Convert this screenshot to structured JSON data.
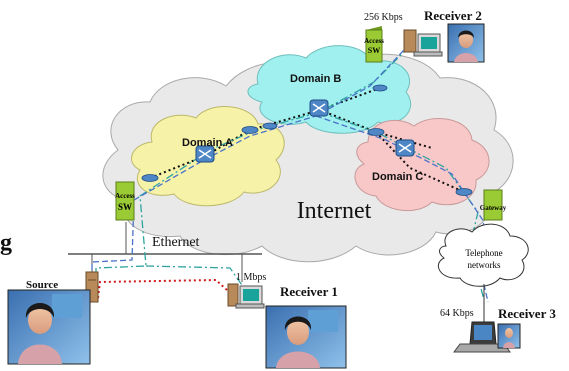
{
  "clouds": {
    "internet": "Internet",
    "domain_a": "Domain A",
    "domain_b": "Domain B",
    "domain_c": "Domain C",
    "telephone_line1": "Telephone",
    "telephone_line2": "networks"
  },
  "network": {
    "ethernet": "Ethernet"
  },
  "devices": {
    "access_sw_top_line1": "Access",
    "access_sw_top_line2": "SW",
    "access_sw_left_line1": "Access",
    "access_sw_left_line2": "SW",
    "gateway": "Gateway"
  },
  "endpoints": {
    "source": "Source",
    "receiver1": "Receiver 1",
    "receiver2": "Receiver 2",
    "receiver3": "Receiver 3"
  },
  "rates": {
    "r1": "1 Mbps",
    "r2": "256 Kbps",
    "r3": "64 Kbps"
  },
  "cutoff_glyph": "g",
  "colors": {
    "internet_cloud": "#e9e9e9",
    "domain_a": "#f6f2a8",
    "domain_b": "#9ff0ee",
    "domain_c": "#f8c8c8",
    "router": "#4e86c6",
    "access_switch": "#9acb34",
    "path_red": "#d11a1a",
    "path_teal": "#2fa3a0",
    "path_blue": "#4a73c9"
  }
}
